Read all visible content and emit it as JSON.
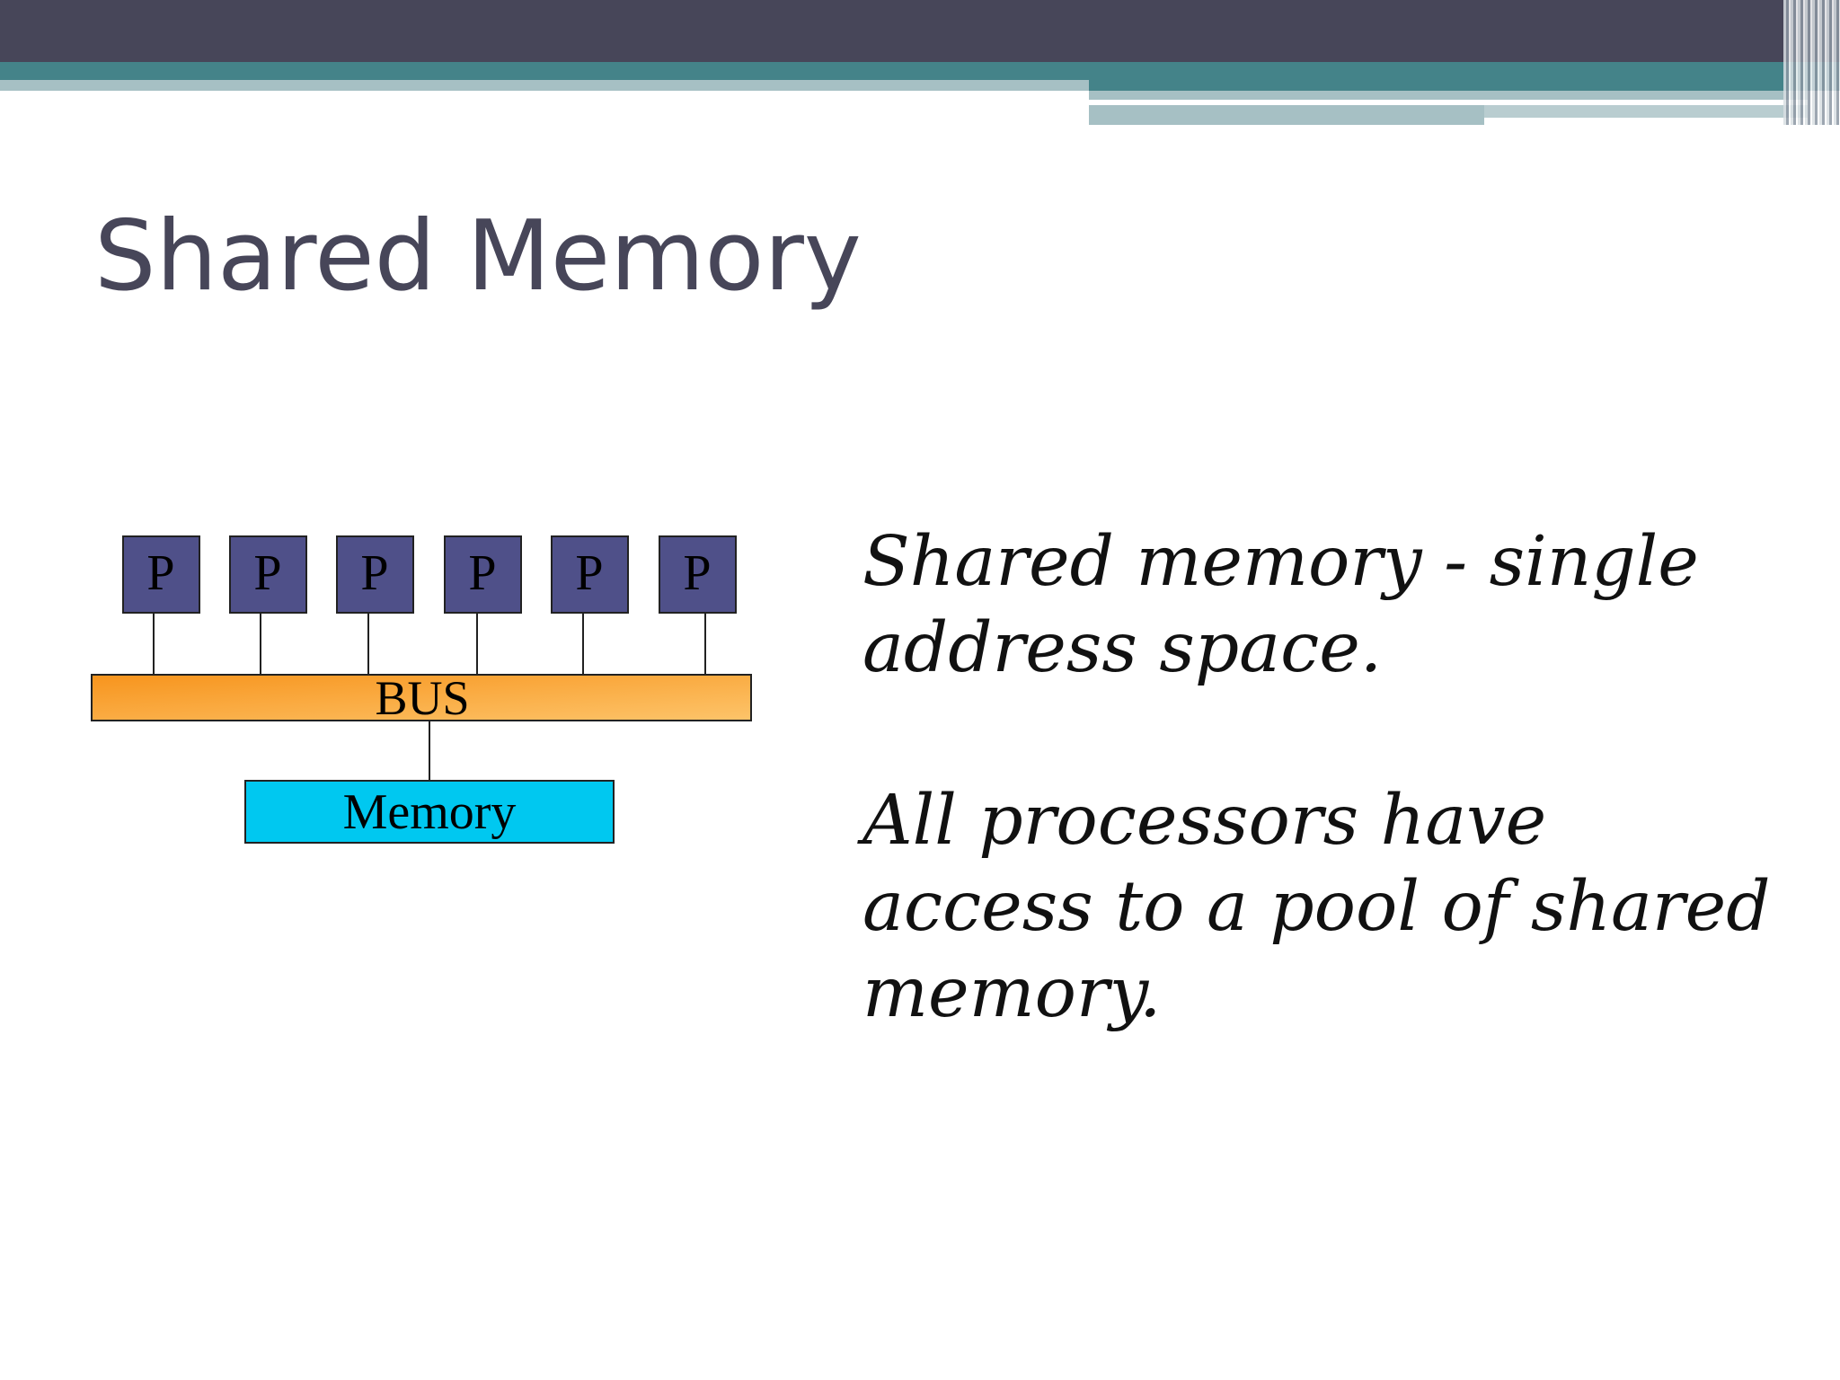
{
  "slide": {
    "title": "Shared Memory",
    "paragraphs": [
      "Shared memory - single address space.",
      "All processors have access to a pool of shared memory."
    ]
  },
  "diagram": {
    "processors": [
      "P",
      "P",
      "P",
      "P",
      "P",
      "P"
    ],
    "bus_label": "BUS",
    "memory_label": "Memory"
  },
  "colors": {
    "header_dark": "#474659",
    "header_teal": "#448389",
    "header_light": "#a6c0c4",
    "title": "#474659",
    "processor_fill": "#4f5089",
    "bus_start": "#f7941d",
    "bus_end": "#fdc46a",
    "memory_fill": "#00c8f0"
  }
}
